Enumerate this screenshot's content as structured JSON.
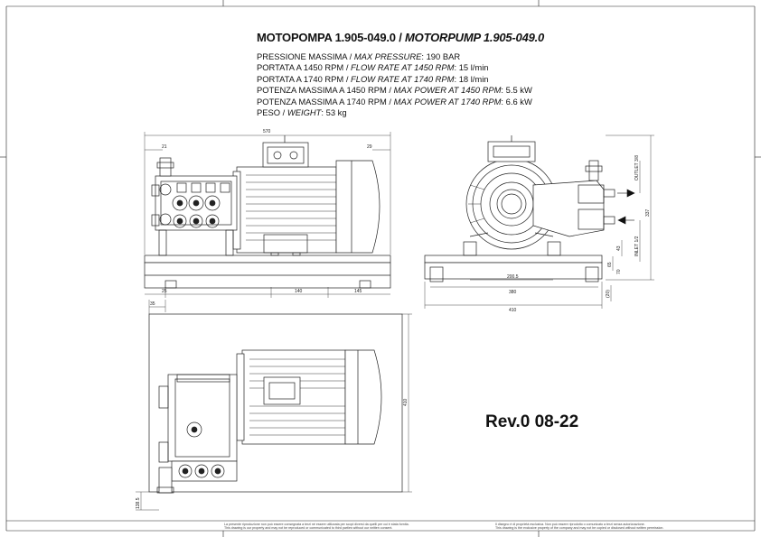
{
  "title": {
    "italian": "MOTOPOMPA 1.905-049.0",
    "separator": " / ",
    "english": "MOTORPUMP 1.905-049.0"
  },
  "specs": [
    {
      "it": "PRESSIONE MASSIMA",
      "en": "MAX PRESSURE",
      "value": ": 190 BAR"
    },
    {
      "it": "PORTATA A 1450 RPM",
      "en": "FLOW RATE AT 1450 RPM",
      "value": ": 15 l/min"
    },
    {
      "it": "PORTATA A 1740 RPM",
      "en": "FLOW RATE AT 1740 RPM",
      "value": ": 18 l/min"
    },
    {
      "it": "POTENZA MASSIMA A 1450 RPM",
      "en": "MAX POWER AT 1450 RPM",
      "value": ": 5.5 kW"
    },
    {
      "it": "POTENZA MASSIMA A 1740 RPM",
      "en": "MAX POWER AT 1740 RPM",
      "value": ": 6.6 kW"
    },
    {
      "it": "PESO",
      "en": "WEIGHT",
      "value": ":  53 kg"
    }
  ],
  "revision": "Rev.0 08-22",
  "dimensions": {
    "front": {
      "overall": "570",
      "left_offset": "21",
      "right_offset": "29",
      "base_left": "25",
      "base_mid": "140",
      "base_right": "145"
    },
    "side": {
      "width_mid": "200.5",
      "width_base": "380",
      "width_total": "410",
      "outlet": "OUTLET 3/8",
      "inlet": "INLET 1/2",
      "h1": "43",
      "h2": "65",
      "h3": "70",
      "h4": "(20)",
      "height": "337"
    },
    "top": {
      "top_left": "35",
      "depth": "410",
      "bottom_left": "138.5"
    }
  },
  "footer": {
    "left_line1": "La presente riproduzione non può essere consegnata a terzi né essere utilizzata per scopi diversi da quelli per cui è stata fornita.",
    "left_line2": "This drawing is our property and may not be reproduced or communicated to third parties without our written consent.",
    "right_line1": "Il disegno è di proprietà esclusiva. Non può essere riprodotto o comunicato a terzi senza autorizzazione.",
    "right_line2": "This drawing is the exclusive property of the company and may not be copied or disclosed without written permission."
  }
}
